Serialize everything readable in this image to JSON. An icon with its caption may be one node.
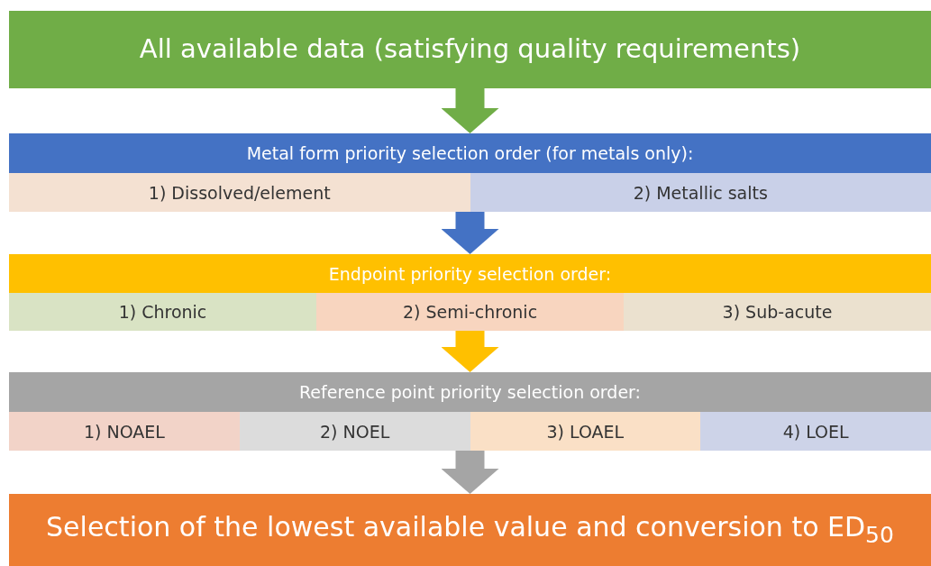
{
  "diagram": {
    "nodes": [
      {
        "text": [
          "All available data (satisfying quality requirements)"
        ]
      },
      {
        "text": [
          "Metal form priority selection order (for metals only):"
        ]
      },
      {
        "text": [
          "1) Dissolved/element"
        ],
        "in": 1
      },
      {
        "text": [
          "2) Metallic salts"
        ],
        "in": 1
      },
      {
        "text": [
          "Endpoint priority selection order:"
        ]
      },
      {
        "text": [
          "1) Chronic"
        ],
        "in": 4
      },
      {
        "text": [
          "2) Semi-chronic"
        ],
        "in": 4
      },
      {
        "text": [
          "3) Sub-acute"
        ],
        "in": 4
      },
      {
        "text": [
          "Reference point priority selection order:"
        ]
      },
      {
        "text": [
          "1) NOAEL"
        ],
        "in": 8
      },
      {
        "text": [
          "2) NOEL"
        ],
        "in": 8
      },
      {
        "text": [
          "3) LOAEL"
        ],
        "in": 8
      },
      {
        "text": [
          "4) LOEL"
        ],
        "in": 8
      },
      {
        "text": [
          "Selection of the lowest available value and conversion to ED$_{50}$"
        ]
      }
    ],
    "edges": [
      {
        "from": 0,
        "to": 1,
        "arrow": "to",
        "color": "#70ad47"
      },
      {
        "from": 1,
        "to": 4,
        "arrow": "to",
        "color": "#4472c4"
      },
      {
        "from": 4,
        "to": 8,
        "arrow": "to",
        "color": "#ffc000"
      },
      {
        "from": 8,
        "to": 13,
        "arrow": "to",
        "color": "#a5a5a5"
      }
    ]
  }
}
